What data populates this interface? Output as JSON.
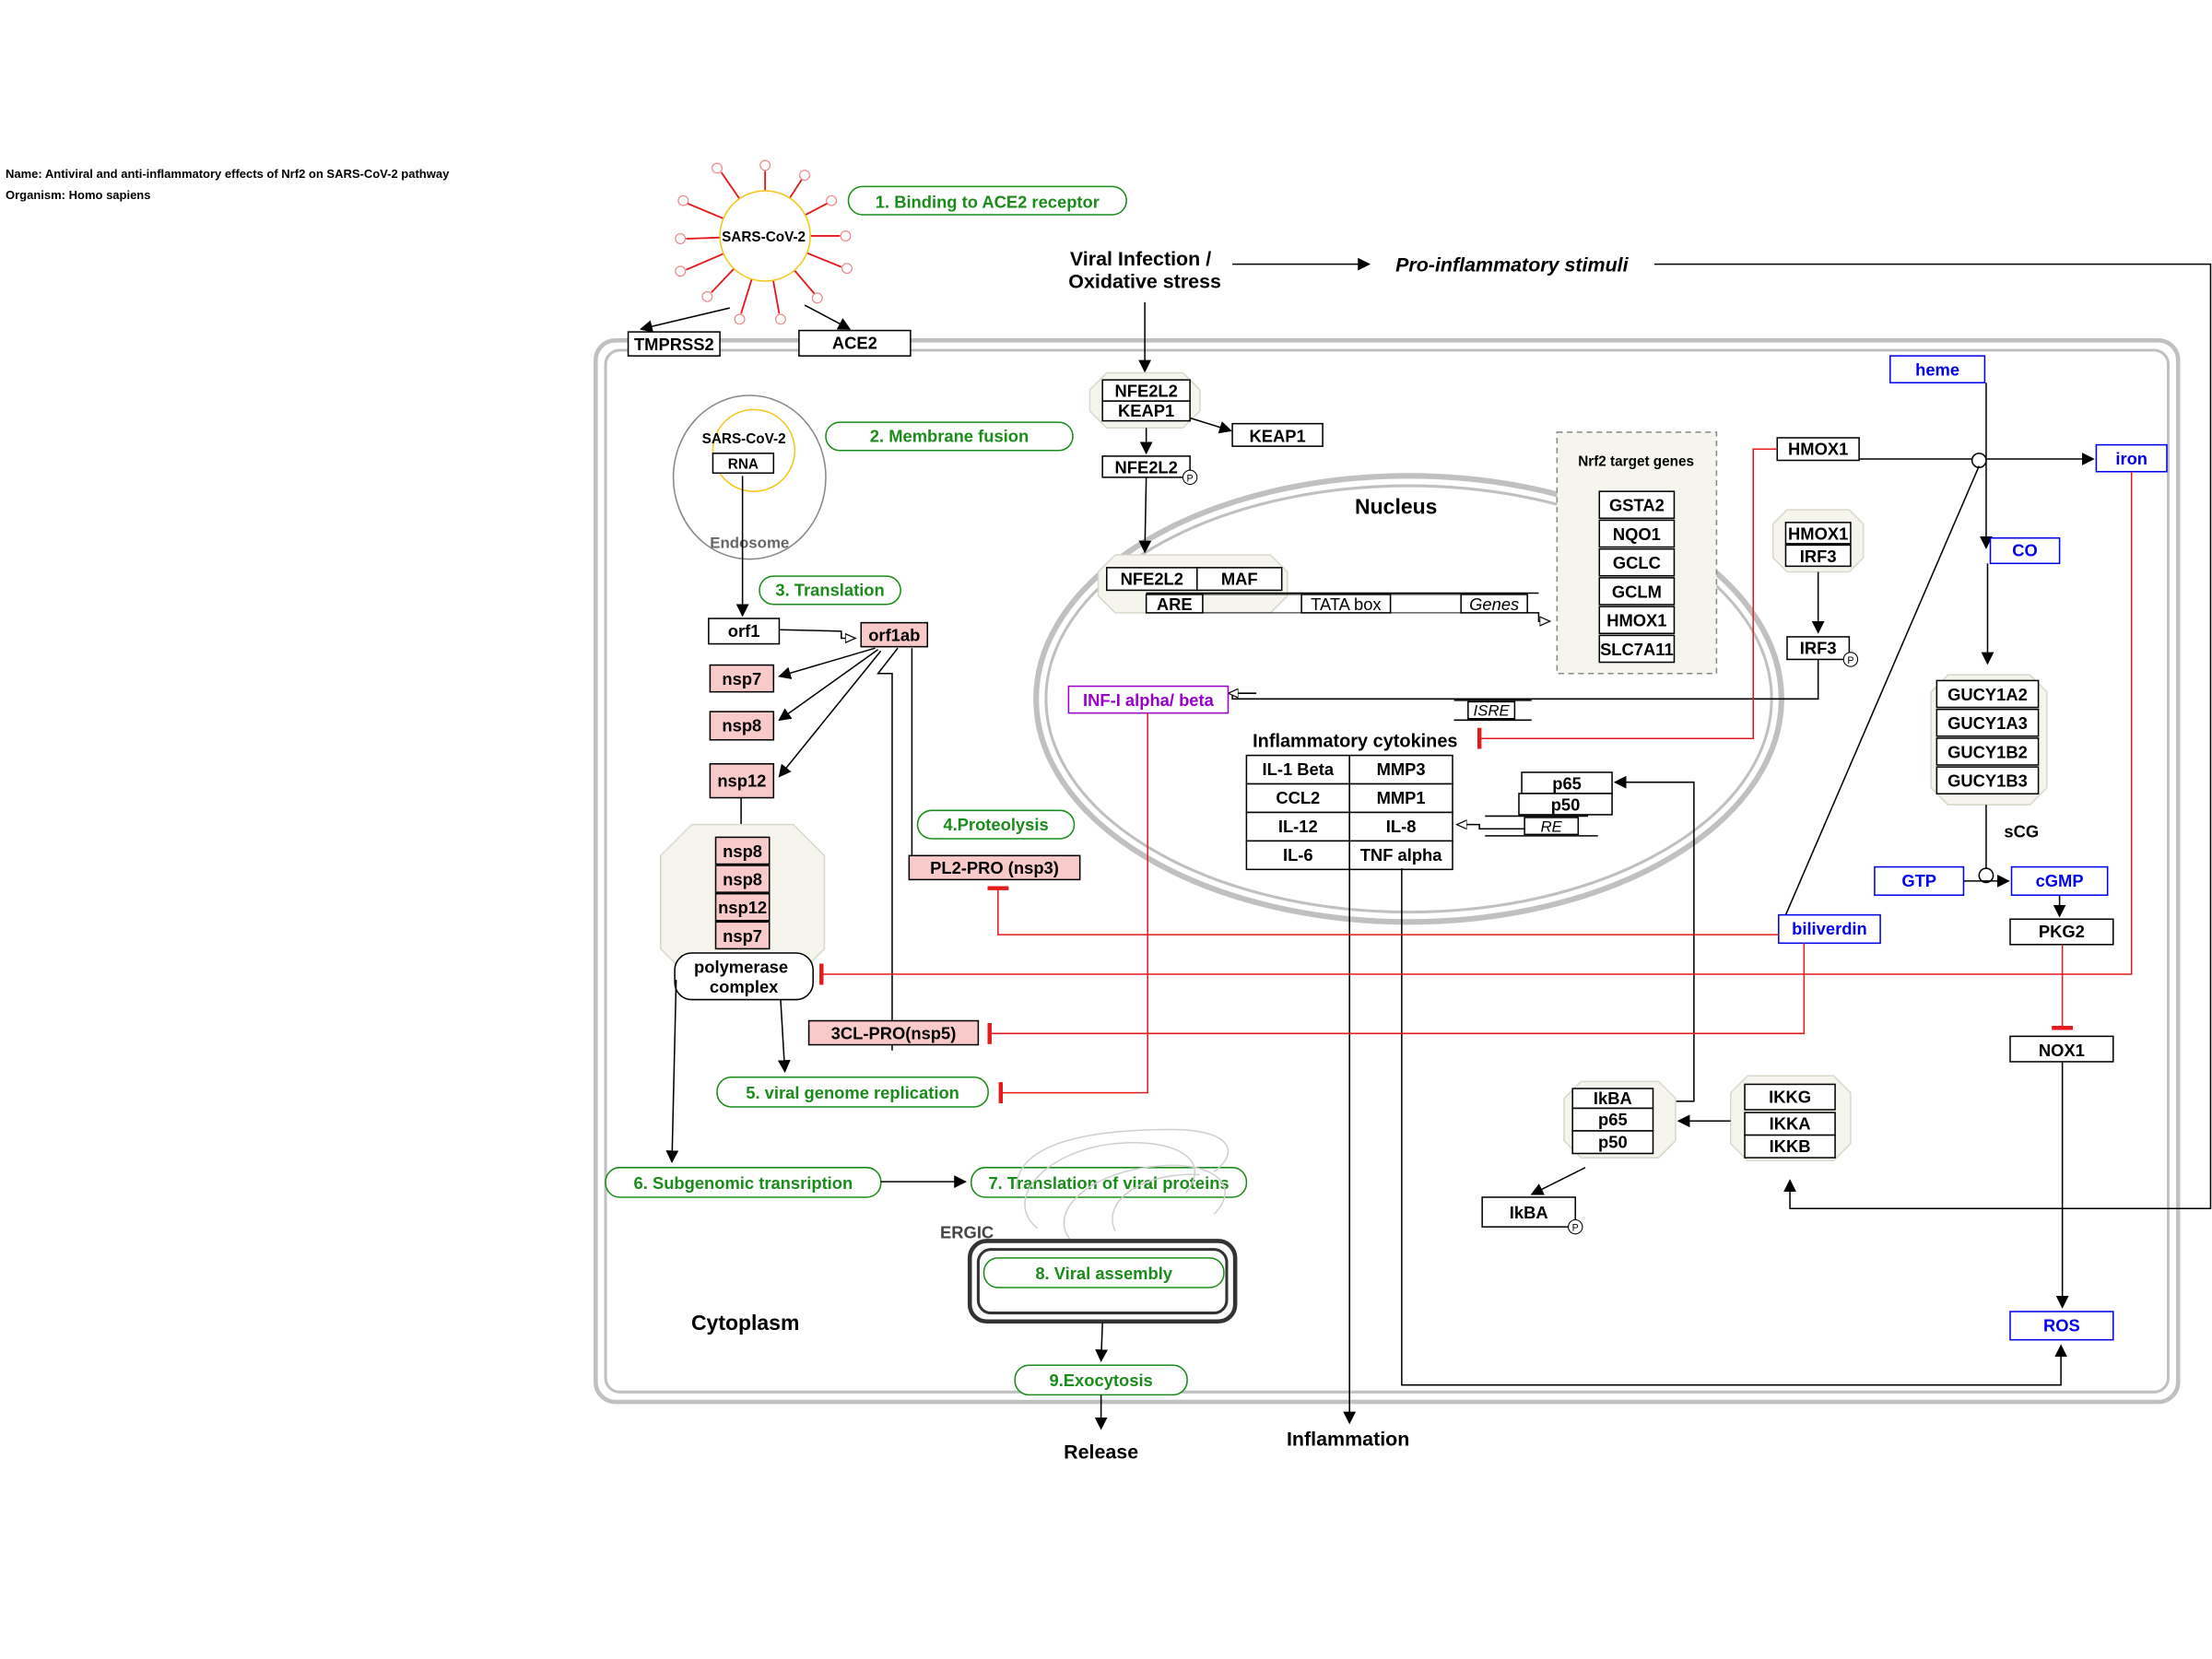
{
  "meta": {
    "name_line": "Name: Antiviral and anti-inflammatory effects of Nrf2 on SARS-CoV-2 pathway",
    "organism_line": "Organism: Homo sapiens"
  },
  "colors": {
    "step_green": "#1a8c1a",
    "metabolite_blue": "#0000ee",
    "viral_pink": "#f9caca",
    "inhibition_red": "#e41a1c",
    "interferon_purple": "#9900cc",
    "complex_fill": "#f5f5ee",
    "membrane_gray": "#c0c0c0"
  },
  "steps": {
    "s1": "1. Binding to ACE2 receptor",
    "s2": "2. Membrane fusion",
    "s3": "3. Translation",
    "s4": "4.Proteolysis",
    "s5": "5. viral genome replication",
    "s6": "6. Subgenomic transription",
    "s7": "7. Translation of viral proteins",
    "s8": "8. Viral assembly",
    "s9": "9.Exocytosis"
  },
  "labels": {
    "virus": "SARS-CoV-2",
    "virus_inner": "SARS-CoV-2",
    "endosome": "Endosome",
    "nucleus": "Nucleus",
    "cytoplasm": "Cytoplasm",
    "ergic": "ERGIC",
    "release": "Release",
    "inflammation": "Inflammation",
    "viral_infection_1": "Viral Infection /",
    "viral_infection_2": "Oxidative stress",
    "proinflammatory": "Pro-inflammatory stimuli",
    "nrf2_targets": "Nrf2 target genes",
    "cytokines_title": "Inflammatory cytokines",
    "scg": "sCG",
    "phospho": "P"
  },
  "genes": {
    "tmprss2": "TMPRSS2",
    "ace2": "ACE2",
    "rna": "RNA",
    "orf1": "orf1",
    "orf1ab": "orf1ab",
    "nsp7": "nsp7",
    "nsp8": "nsp8",
    "nsp12": "nsp12",
    "polymerase_1": "polymerase",
    "polymerase_2": "complex",
    "pl2pro": "PL2-PRO (nsp3)",
    "cl3pro": "3CL-PRO(nsp5)",
    "nfe2l2": "NFE2L2",
    "keap1": "KEAP1",
    "maf": "MAF",
    "are": "ARE",
    "tata": "TATA box",
    "genes_word": "Genes",
    "isre": "ISRE",
    "re": "RE",
    "inf": "INF-I alpha/ beta",
    "hmox1": "HMOX1",
    "irf3": "IRF3",
    "p65": "p65",
    "p50": "p50",
    "ikba": "IkBA",
    "ikkg": "IKKG",
    "ikka": "IKKA",
    "ikkb": "IKKB",
    "pkg2": "PKG2",
    "nox1": "NOX1"
  },
  "nrf2_target_list": [
    "GSTA2",
    "NQO1",
    "GCLC",
    "GCLM",
    "HMOX1",
    "SLC7A11"
  ],
  "cytokines": [
    [
      "IL-1 Beta",
      "MMP3"
    ],
    [
      "CCL2",
      "MMP1"
    ],
    [
      "IL-12",
      "IL-8"
    ],
    [
      "IL-6",
      "TNF alpha"
    ]
  ],
  "gucy": [
    "GUCY1A2",
    "GUCY1A3",
    "GUCY1B2",
    "GUCY1B3"
  ],
  "metabolites": {
    "heme": "heme",
    "iron": "iron",
    "co": "CO",
    "gtp": "GTP",
    "cgmp": "cGMP",
    "biliverdin": "biliverdin",
    "ros": "ROS"
  }
}
